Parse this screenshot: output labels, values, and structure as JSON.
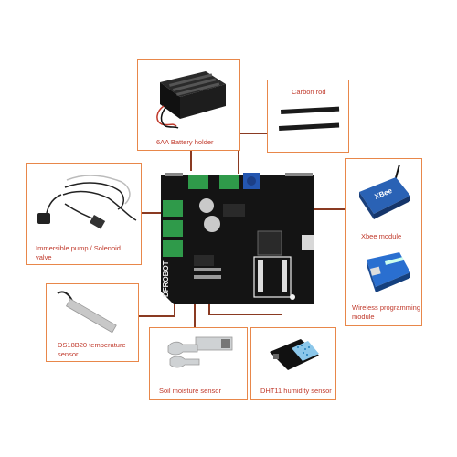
{
  "labels": {
    "battery": "6AA Battery holder",
    "carbon": "Carbon rod",
    "pump_line1": "Immersible pump / Solenoid",
    "pump_line2": "valve",
    "xbee": "Xbee module",
    "wireless_line1": "Wireless programming",
    "wireless_line2": "module",
    "ds18_line1": "DS18B20 temperature",
    "ds18_line2": "sensor",
    "soil": "Soil moisture sensor",
    "dht": "DHT11 humidity sensor"
  },
  "board_text": {
    "brand": "DFROBOT",
    "xbee_logo": "XBee"
  },
  "colors": {
    "box_border": "#e8874a",
    "label_text": "#c0392b",
    "connector_line": "#8a3a22",
    "pcb": "#141414",
    "terminal_green": "#2f9a4a",
    "xbee_blue": "#2a62b5"
  }
}
